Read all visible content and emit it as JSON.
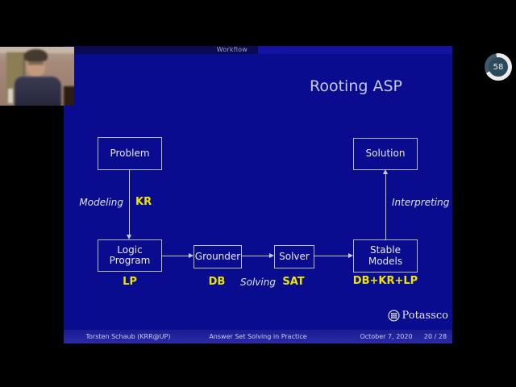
{
  "slide": {
    "header": {
      "section_label": "Workflow"
    },
    "title": "Rooting ASP",
    "diagram": {
      "problem": "Problem",
      "solution": "Solution",
      "logic_program": "Logic\nProgram",
      "grounder": "Grounder",
      "solver": "Solver",
      "stable_models": "Stable\nModels",
      "modeling": "Modeling",
      "kr": "KR",
      "interpreting": "Interpreting",
      "lp": "LP",
      "db": "DB",
      "solving": "Solving",
      "sat": "SAT",
      "db_kr_lp": "DB+KR+LP"
    },
    "footer": {
      "author": "Torsten Schaub (KRR@UP)",
      "talk_title": "Answer Set Solving in Practice",
      "date": "October 7, 2020",
      "page": "20 / 28"
    },
    "logo_text": "Potassco"
  },
  "overlay": {
    "timer_value": "58"
  },
  "colors": {
    "slide_background": "#0a0c90",
    "header_left": "#0a0a52",
    "header_right": "#12129e",
    "accent_yellow": "#ece400",
    "box_border": "#b9bcd6",
    "timer_ring_light": "#ececec",
    "timer_ring_dark": "#41596a",
    "timer_face": "#2d4a5c"
  }
}
